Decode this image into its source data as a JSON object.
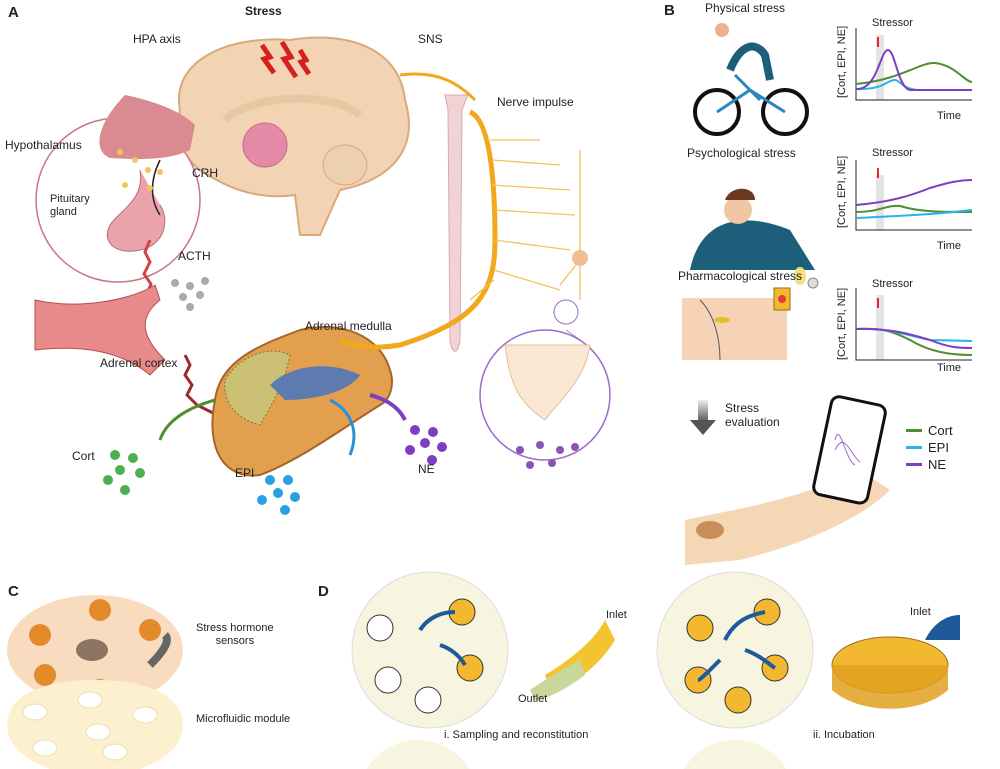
{
  "panels": {
    "a": "A",
    "b": "B",
    "c": "C",
    "d": "D"
  },
  "panel_a": {
    "title": "Stress",
    "hpa_axis": "HPA axis",
    "sns": "SNS",
    "nerve_impulse": "Nerve impulse",
    "hypothalamus": "Hypothalamus",
    "crh": "CRH",
    "pituitary_gland": "Pituitary\ngland",
    "acth": "ACTH",
    "adrenal_medulla": "Adrenal medulla",
    "adrenal_cortex": "Adrenal cortex",
    "cort": "Cort",
    "epi": "EPI",
    "ne": "NE"
  },
  "panel_b": {
    "scenarios": [
      {
        "label": "Physical stress",
        "stressor": "Stressor",
        "ylabel": "[Cort, EPI, NE]",
        "xlabel": "Time"
      },
      {
        "label": "Psychological stress",
        "stressor": "Stressor",
        "ylabel": "[Cort, EPI, NE]",
        "xlabel": "Time"
      },
      {
        "label": "Pharmacological stress",
        "stressor": "Stressor",
        "ylabel": "[Cort, EPI, NE]",
        "xlabel": "Time"
      }
    ],
    "stress_evaluation": "Stress\nevaluation",
    "legend": [
      {
        "label": "Cort",
        "color": "#4f8f2f"
      },
      {
        "label": "EPI",
        "color": "#29b3e6"
      },
      {
        "label": "NE",
        "color": "#7b3fc0"
      }
    ]
  },
  "panel_c": {
    "sensors": "Stress hormone\nsensors",
    "microfluidic": "Microfluidic module"
  },
  "panel_d": {
    "inlet_1": "Inlet",
    "outlet": "Outlet",
    "step_1": "i. Sampling and reconstitution",
    "step_2": "ii. Incubation",
    "inlet_2": "Inlet"
  }
}
